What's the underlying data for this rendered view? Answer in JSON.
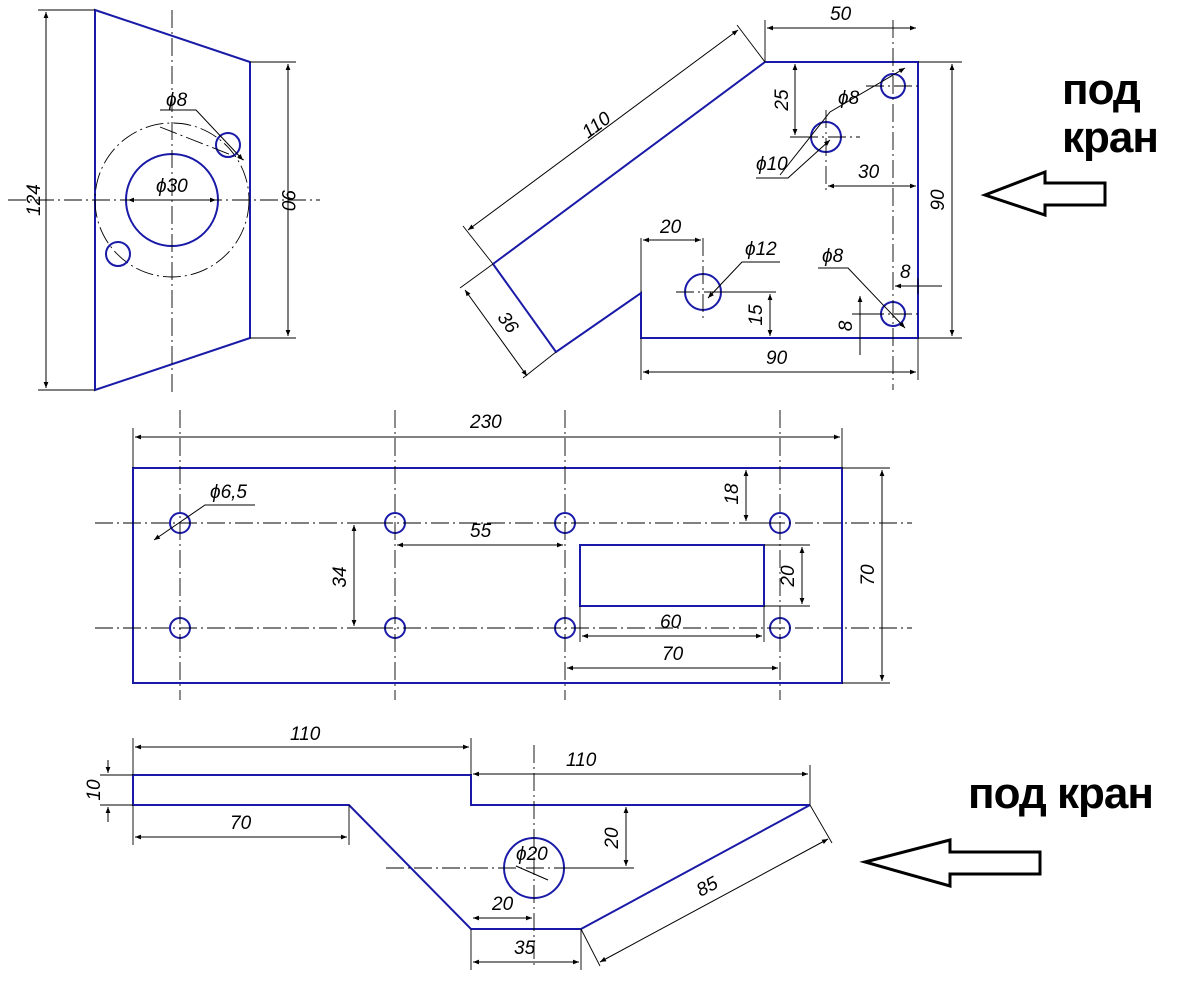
{
  "notes": {
    "crane_top": "под\nкран",
    "crane_bottom": "под кран"
  },
  "side_plate": {
    "dims": {
      "height": "124",
      "height_right": "90",
      "hole_small": "ϕ8",
      "hole_center": "ϕ30"
    }
  },
  "bracket": {
    "dims": {
      "width_top": "50",
      "slant_len": "110",
      "end_width": "36",
      "d25": "25",
      "hole_top": "ϕ8",
      "hole_mid": "ϕ10",
      "d30": "30",
      "height": "90",
      "d20": "20",
      "hole_big": "ϕ12",
      "hole_low": "ϕ8",
      "d8a": "8",
      "d15": "15",
      "d8b": "8",
      "width_bottom": "90"
    }
  },
  "base_plate": {
    "dims": {
      "length": "230",
      "hole_d": "ϕ6,5",
      "d18": "18",
      "d55": "55",
      "d34": "34",
      "d20": "20",
      "width": "70",
      "d60": "60",
      "d70": "70"
    }
  },
  "arm": {
    "dims": {
      "len_left": "110",
      "len_right": "110",
      "d10": "10",
      "d70": "70",
      "d20": "20",
      "hole": "ϕ20",
      "d85": "85",
      "d20b": "20",
      "d35": "35"
    }
  },
  "colors": {
    "part": "#1a1aa8",
    "dimension": "#000000"
  }
}
